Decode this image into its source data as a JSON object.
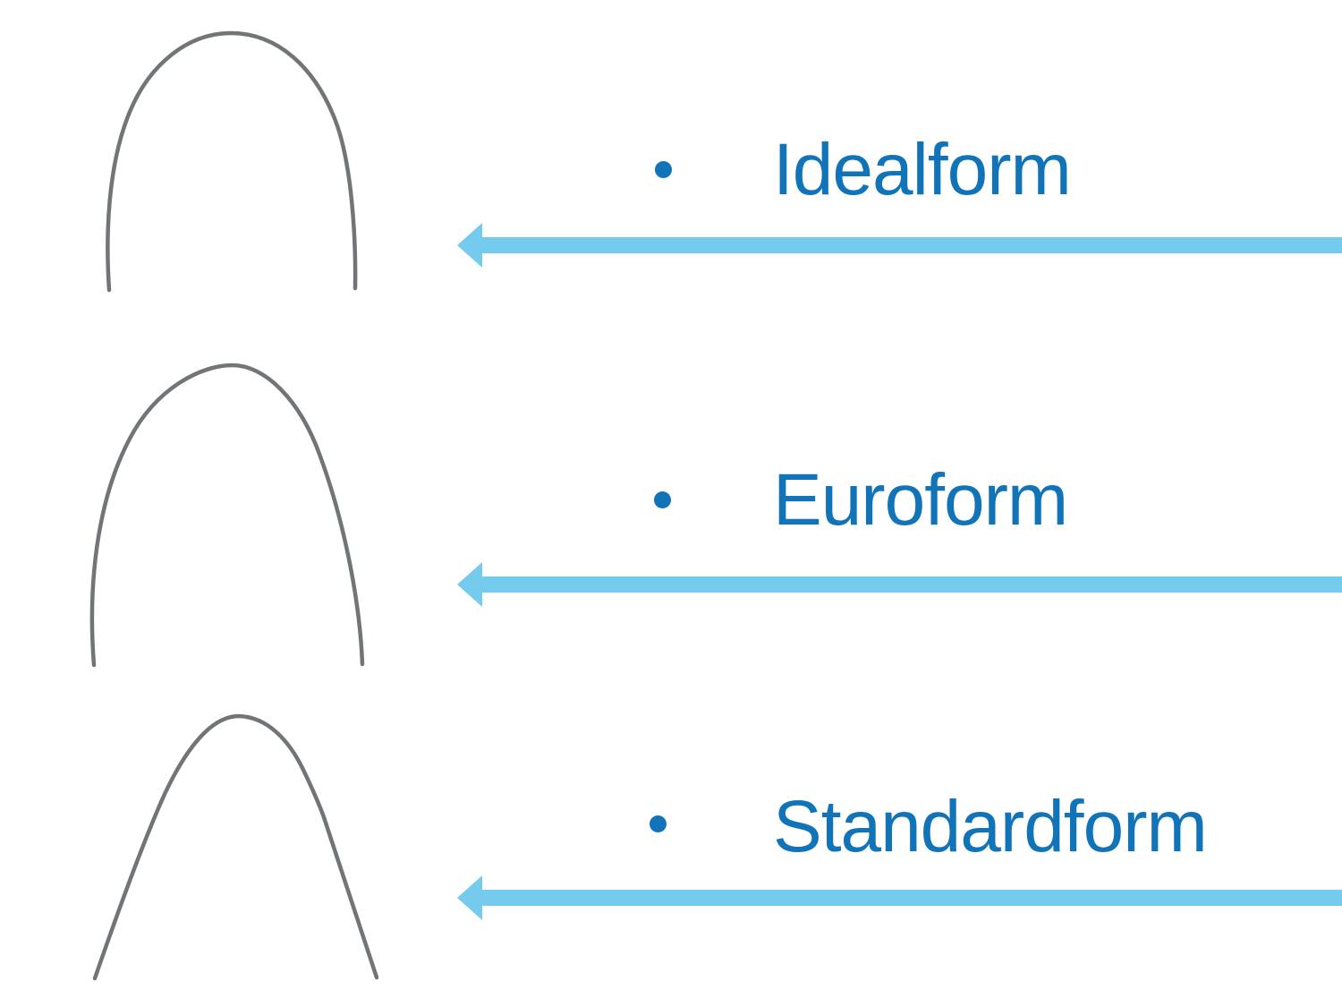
{
  "slide": {
    "type": "presentation-slide",
    "background_color": "#ffffff",
    "text_color": "#1173b8",
    "arrow_color": "#74cbee",
    "wire_color": "#5e6264",
    "arrow_direction": "left",
    "items": [
      {
        "label": "Idealform",
        "image": "ideal-archwire"
      },
      {
        "label": "Euroform",
        "image": "euro-archwire"
      },
      {
        "label": "Standardform",
        "image": "standard-archwire"
      }
    ]
  }
}
